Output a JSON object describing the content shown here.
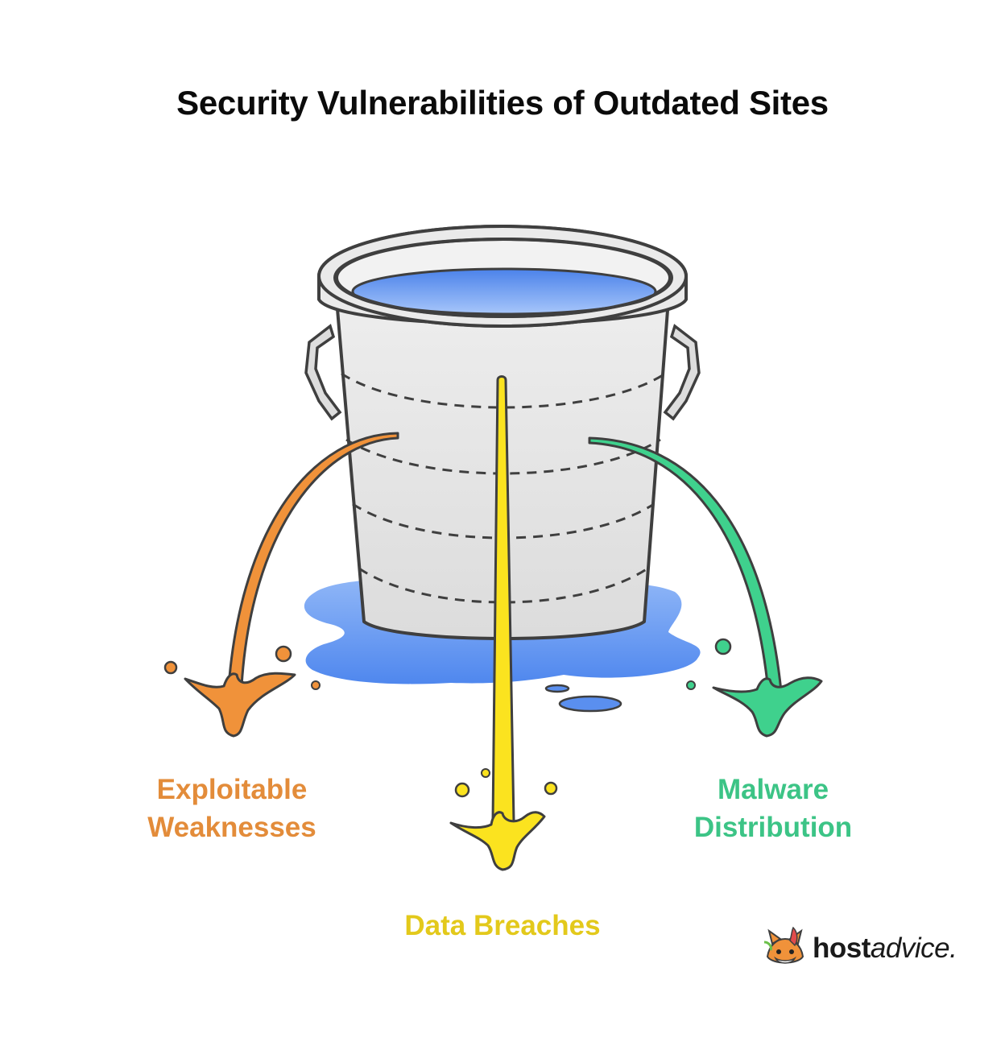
{
  "title": "Security Vulnerabilities of Outdated Sites",
  "labels": {
    "left": {
      "line1": "Exploitable",
      "line2": "Weaknesses"
    },
    "center": "Data Breaches",
    "right": {
      "line1": "Malware",
      "line2": "Distribution"
    }
  },
  "brand": {
    "bold": "host",
    "rest": "advice",
    "dot": "."
  },
  "colors": {
    "orange": "#F0923A",
    "orange_text": "#E38C3A",
    "yellow": "#FBE31F",
    "yellow_text": "#E3C91B",
    "green": "#3FD18D",
    "green_text": "#3CC486",
    "water": "#6F9EF0",
    "bucket": "#E3E3E3",
    "outline": "#3F3F3F"
  },
  "icons": [
    "bucket-icon",
    "water-puddle-icon",
    "fox-logo-icon"
  ]
}
